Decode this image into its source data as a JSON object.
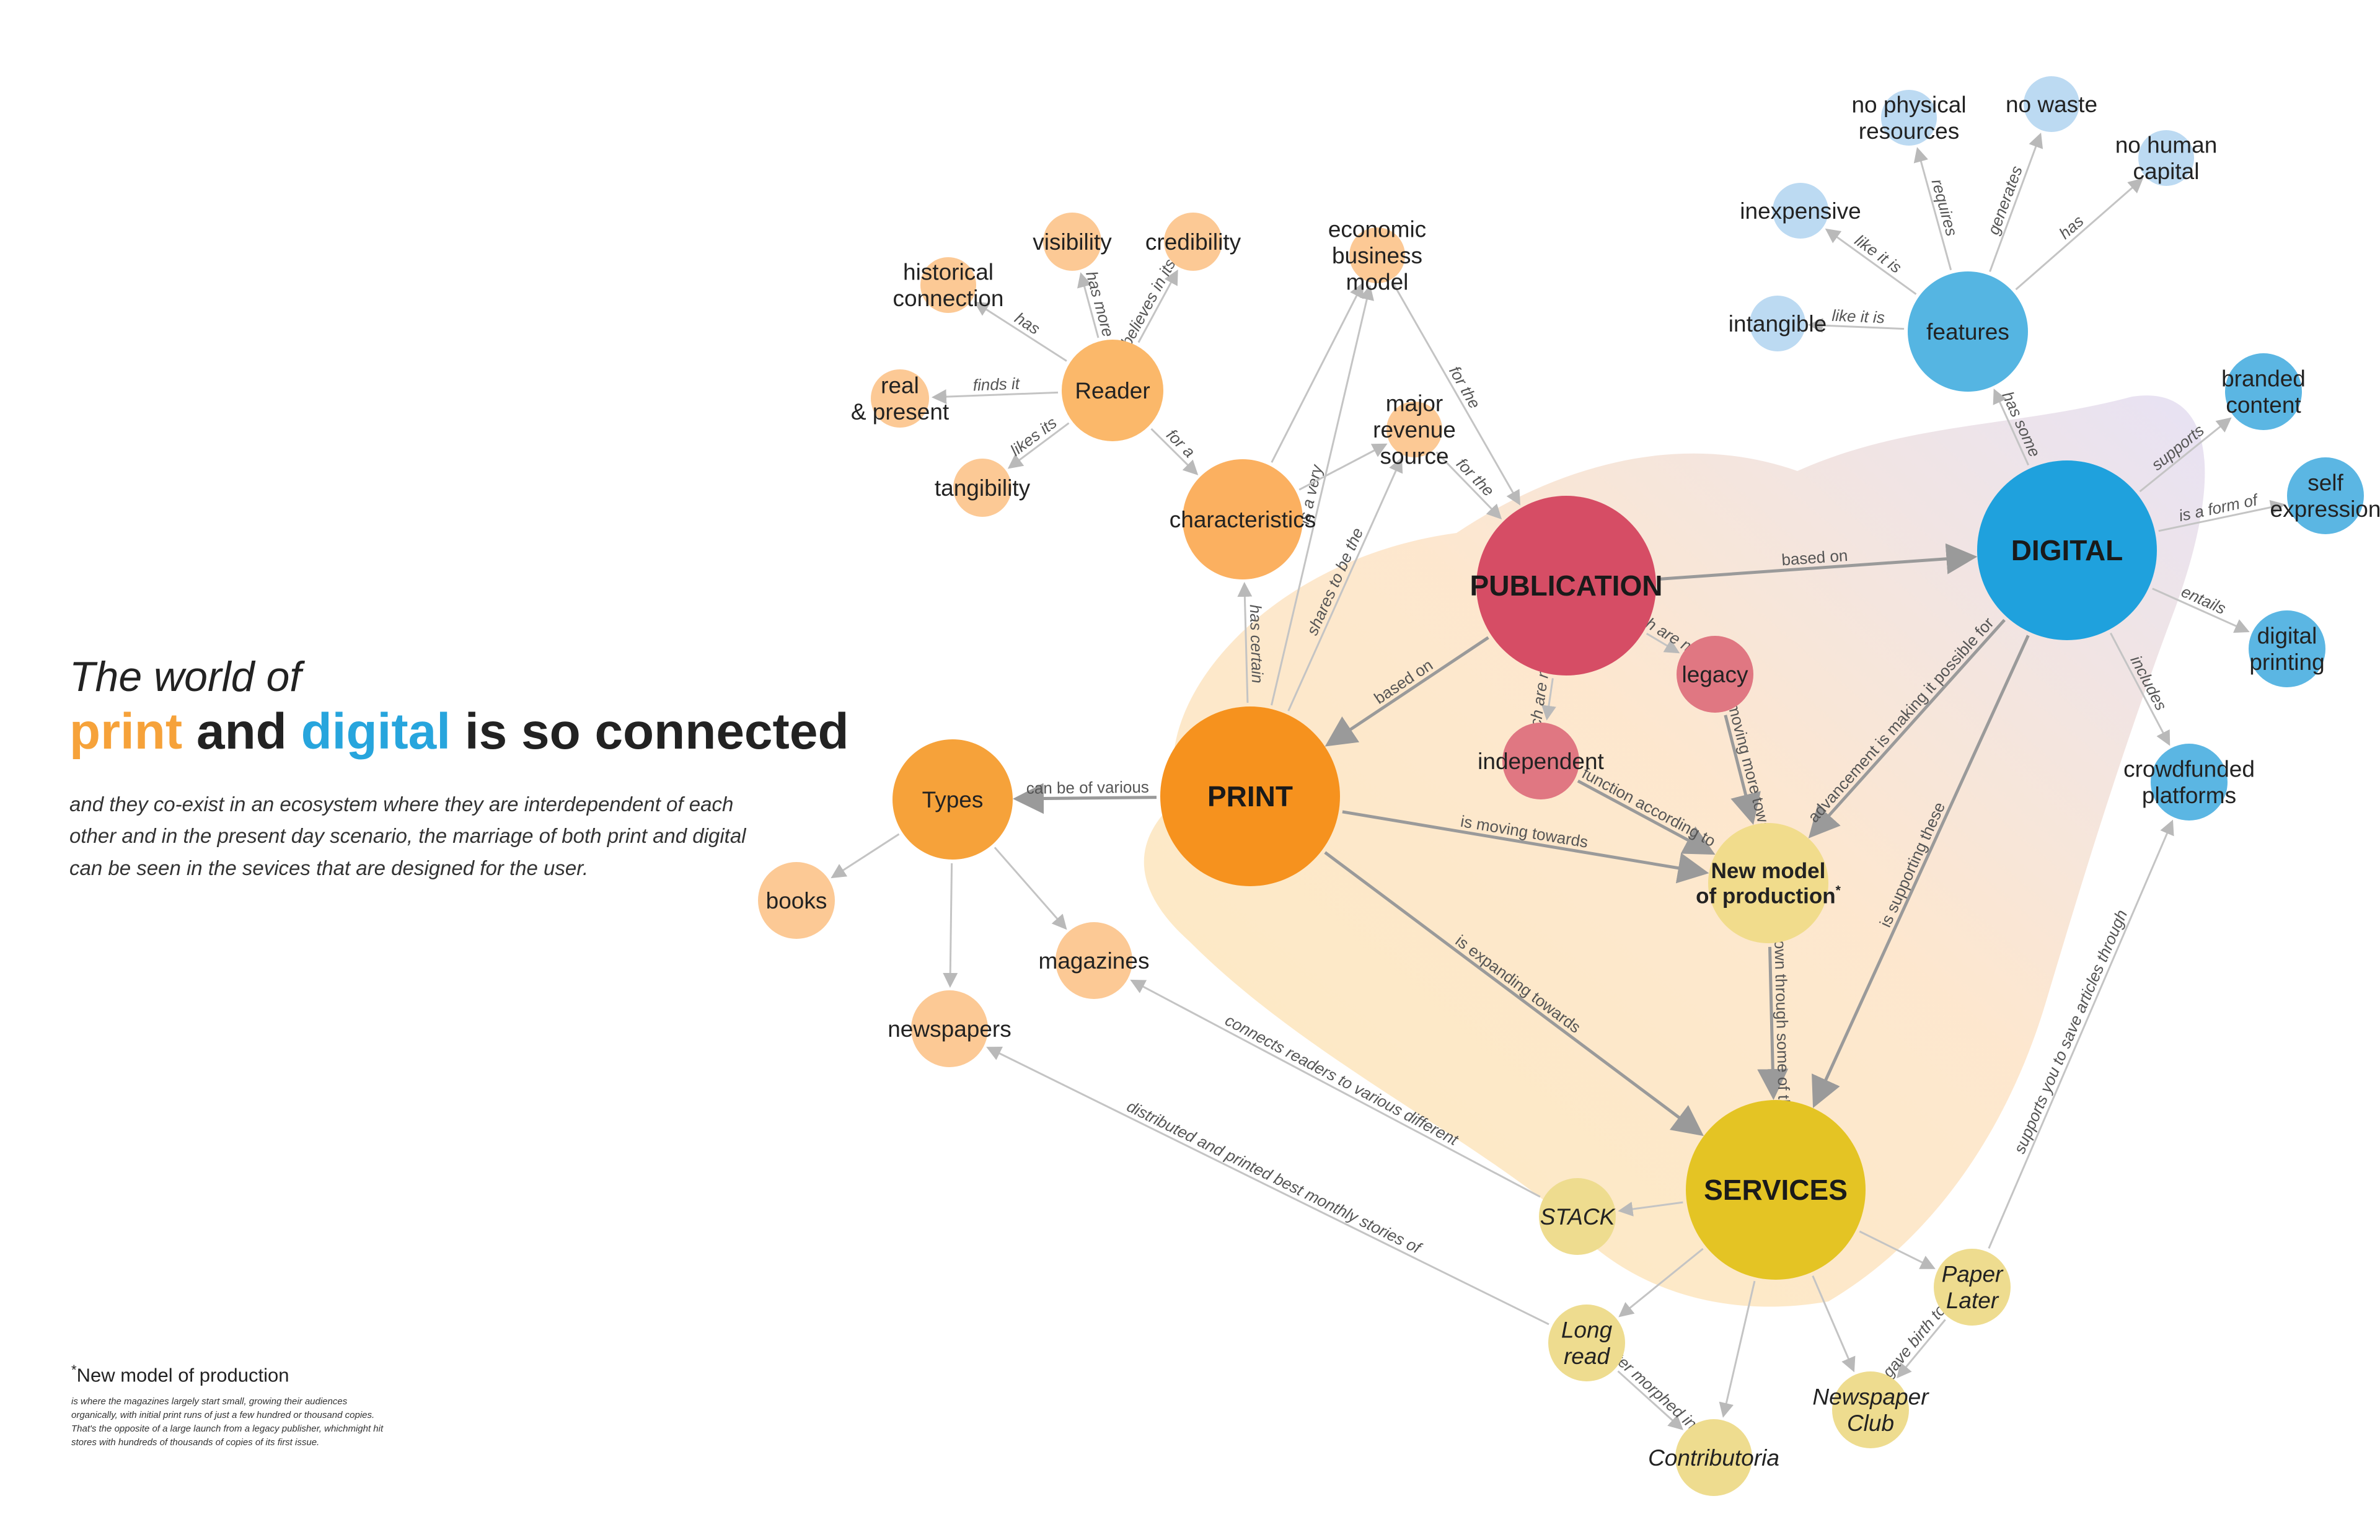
{
  "heading": {
    "line1": "The world of",
    "word_print": "print",
    "word_and": "and",
    "word_digital": "digital",
    "rest": "is so connected",
    "description": "and they co-exist in an ecosystem where they are interdependent of each other and in the present day scenario, the marriage of both print and digital can be seen in the sevices that are designed for the user."
  },
  "footnote": {
    "marker": "*",
    "title": "New model of production",
    "text": "is where the magazines largely start small, growing their audiences organically, with initial print runs of just a few hundred or thousand copies. That's the opposite of a large launch from a legacy publisher, whichmight hit stores with hundreds of thousands of copies of its first issue."
  },
  "colors": {
    "print_main": "#f6921e",
    "print_light": "#fbb86a",
    "print_pale": "#fcc995",
    "publication": "#d64d65",
    "publication_light": "#e07782",
    "digital_main": "#1fa1dd",
    "digital_light": "#5bb6e3",
    "digital_pale": "#a9d3f0",
    "services_main": "#e4c424",
    "services_light": "#eedc8f",
    "edge_strong": "#9a9a9a",
    "edge_light": "#c4c4c4"
  },
  "nodes": [
    {
      "id": "print",
      "label": "PRINT",
      "style": "hub",
      "fill": "#f6921e"
    },
    {
      "id": "publication",
      "label": "PUBLICATION",
      "style": "hub",
      "fill": "#d64d65"
    },
    {
      "id": "digital",
      "label": "DIGITAL",
      "style": "hub",
      "fill": "#1fa1dd"
    },
    {
      "id": "services",
      "label": "SERVICES",
      "style": "hub",
      "fill": "#e4c424"
    },
    {
      "id": "newmodel",
      "label": "New model\nof production",
      "marker": "*",
      "style": "bold",
      "fill": "#f1dc8c"
    },
    {
      "id": "types",
      "label": "Types",
      "fill": "#f6a23a"
    },
    {
      "id": "reader",
      "label": "Reader",
      "fill": "#fbb86a"
    },
    {
      "id": "characteristics",
      "label": "characteristics",
      "fill": "#fbb060"
    },
    {
      "id": "features",
      "label": "features",
      "fill": "#55b5e2"
    },
    {
      "id": "books",
      "label": "books",
      "fill": "#fcc995"
    },
    {
      "id": "magazines",
      "label": "magazines",
      "fill": "#fcc995"
    },
    {
      "id": "newspapers",
      "label": "newspapers",
      "fill": "#fcc995"
    },
    {
      "id": "visibility",
      "label": "visibility",
      "fill": "#fcc995"
    },
    {
      "id": "credibility",
      "label": "credibility",
      "fill": "#fcc995"
    },
    {
      "id": "historical",
      "label": "historical\nconnection",
      "fill": "#fcc995"
    },
    {
      "id": "realpresent",
      "label": "real\n& present",
      "fill": "#fcc995"
    },
    {
      "id": "tangibility",
      "label": "tangibility",
      "fill": "#fcc995"
    },
    {
      "id": "economic",
      "label": "economic\nbusiness\nmodel",
      "fill": "#fcc995"
    },
    {
      "id": "revenue",
      "label": "major\nrevenue\nsource",
      "fill": "#fcc995"
    },
    {
      "id": "legacy",
      "label": "legacy",
      "fill": "#e07782"
    },
    {
      "id": "independent",
      "label": "independent",
      "fill": "#e07782"
    },
    {
      "id": "nophysical",
      "label": "no physical\nresources",
      "fill": "#bcdaf2"
    },
    {
      "id": "nowaste",
      "label": "no waste",
      "fill": "#bcdaf2"
    },
    {
      "id": "nohuman",
      "label": "no human\ncapital",
      "fill": "#bcdaf2"
    },
    {
      "id": "inexpensive",
      "label": "inexpensive",
      "fill": "#bcdaf2"
    },
    {
      "id": "intangible",
      "label": "intangible",
      "fill": "#bcdaf2"
    },
    {
      "id": "branded",
      "label": "branded\ncontent",
      "fill": "#5bb6e3"
    },
    {
      "id": "selfexp",
      "label": "self\nexpression",
      "fill": "#5bb6e3"
    },
    {
      "id": "digprint",
      "label": "digital\nprinting",
      "fill": "#5bb6e3"
    },
    {
      "id": "crowd",
      "label": "crowdfunded\nplatforms",
      "fill": "#5bb6e3"
    },
    {
      "id": "stack",
      "label": "STACK",
      "italic": true,
      "fill": "#eedc8f"
    },
    {
      "id": "longread",
      "label": "Long\nread",
      "italic": true,
      "fill": "#eedc8f"
    },
    {
      "id": "contributoria",
      "label": "Contributoria",
      "italic": true,
      "fill": "#eedc8f"
    },
    {
      "id": "newspaperclub",
      "label": "Newspaper\nClub",
      "italic": true,
      "fill": "#eedc8f"
    },
    {
      "id": "paperlater",
      "label": "Paper\nLater",
      "italic": true,
      "fill": "#eedc8f"
    }
  ],
  "edges": [
    {
      "from": "print",
      "to": "types",
      "label": "can be of various"
    },
    {
      "from": "types",
      "to": "books",
      "label": ""
    },
    {
      "from": "types",
      "to": "magazines",
      "label": ""
    },
    {
      "from": "types",
      "to": "newspapers",
      "label": ""
    },
    {
      "from": "print",
      "to": "characteristics",
      "label": "has certain"
    },
    {
      "from": "print",
      "to": "economic",
      "label": "is a very"
    },
    {
      "from": "print",
      "to": "revenue",
      "label": "shares to be the"
    },
    {
      "from": "publication",
      "to": "print",
      "label": "based on"
    },
    {
      "from": "publication",
      "to": "digital",
      "label": "based on"
    },
    {
      "from": "publication",
      "to": "legacy",
      "label": "which are more"
    },
    {
      "from": "publication",
      "to": "independent",
      "label": "which are more"
    },
    {
      "from": "legacy",
      "to": "newmodel",
      "label": "are moving more towards"
    },
    {
      "from": "independent",
      "to": "newmodel",
      "label": "function according to"
    },
    {
      "from": "print",
      "to": "newmodel",
      "label": "is moving towards"
    },
    {
      "from": "print",
      "to": "services",
      "label": "is expanding towards"
    },
    {
      "from": "newmodel",
      "to": "services",
      "label": "shown through some of the"
    },
    {
      "from": "digital",
      "to": "newmodel",
      "label": "advancement is making it possible for"
    },
    {
      "from": "digital",
      "to": "services",
      "label": "is supporting these"
    },
    {
      "from": "reader",
      "to": "visibility",
      "label": "has more"
    },
    {
      "from": "reader",
      "to": "credibility",
      "label": "believes in its"
    },
    {
      "from": "reader",
      "to": "historical",
      "label": "has"
    },
    {
      "from": "reader",
      "to": "realpresent",
      "label": "finds it"
    },
    {
      "from": "reader",
      "to": "tangibility",
      "label": "likes its"
    },
    {
      "from": "reader",
      "to": "characteristics",
      "label": "for a"
    },
    {
      "from": "economic",
      "to": "publication",
      "label": "for the"
    },
    {
      "from": "revenue",
      "to": "publication",
      "label": "for the"
    },
    {
      "from": "characteristics",
      "to": "economic",
      "label": ""
    },
    {
      "from": "characteristics",
      "to": "revenue",
      "label": ""
    },
    {
      "from": "digital",
      "to": "features",
      "label": "has some"
    },
    {
      "from": "features",
      "to": "nophysical",
      "label": "requires"
    },
    {
      "from": "features",
      "to": "nowaste",
      "label": "generates"
    },
    {
      "from": "features",
      "to": "nohuman",
      "label": "has"
    },
    {
      "from": "features",
      "to": "inexpensive",
      "label": "like it is"
    },
    {
      "from": "features",
      "to": "intangible",
      "label": "like it is"
    },
    {
      "from": "digital",
      "to": "branded",
      "label": "supports"
    },
    {
      "from": "digital",
      "to": "selfexp",
      "label": "is a form of"
    },
    {
      "from": "digital",
      "to": "digprint",
      "label": "entails"
    },
    {
      "from": "digital",
      "to": "crowd",
      "label": "includes"
    },
    {
      "from": "services",
      "to": "stack",
      "label": ""
    },
    {
      "from": "services",
      "to": "longread",
      "label": ""
    },
    {
      "from": "services",
      "to": "contributoria",
      "label": ""
    },
    {
      "from": "services",
      "to": "newspaperclub",
      "label": ""
    },
    {
      "from": "services",
      "to": "paperlater",
      "label": ""
    },
    {
      "from": "stack",
      "to": "magazines",
      "label": "connects readers to various different"
    },
    {
      "from": "longread",
      "to": "newspapers",
      "label": "distributed and printed best monthly stories of"
    },
    {
      "from": "longread",
      "to": "contributoria",
      "label": "later morphed into"
    },
    {
      "from": "paperlater",
      "to": "newspaperclub",
      "label": "gave birth to"
    },
    {
      "from": "paperlater",
      "to": "crowd",
      "label": "supports you to save articles through"
    }
  ]
}
